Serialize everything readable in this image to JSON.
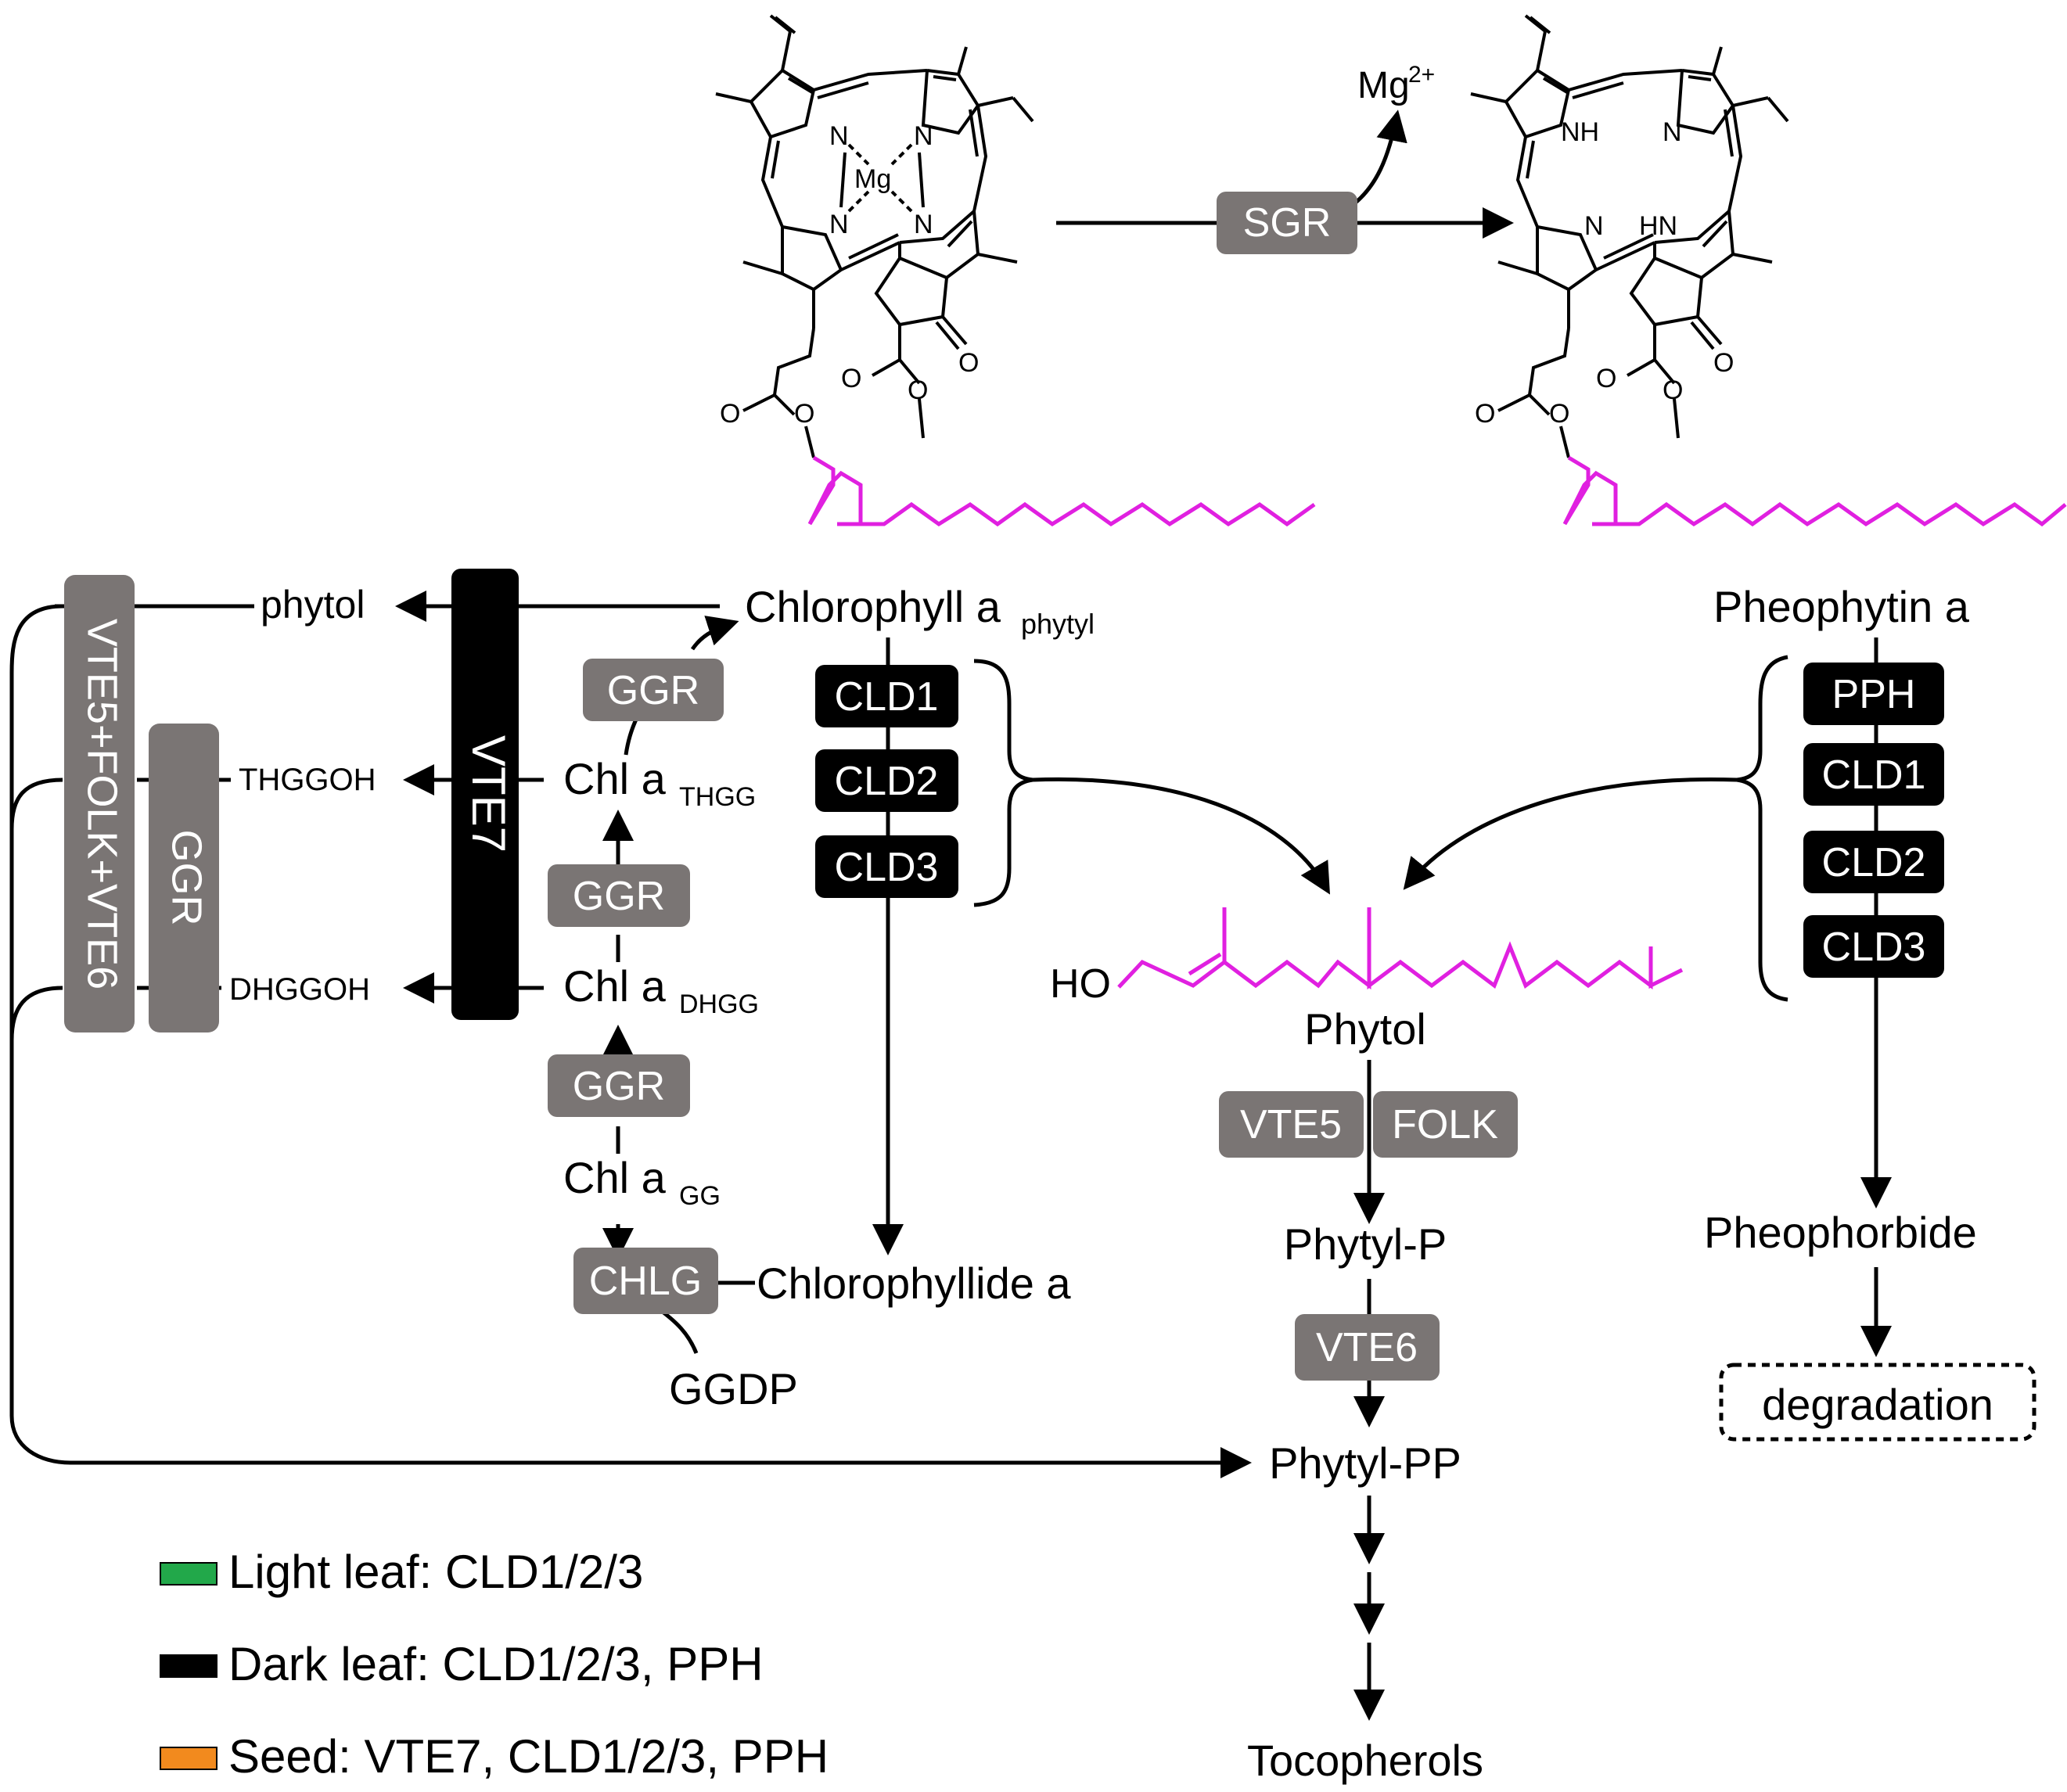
{
  "molecules": {
    "left": {
      "metal": "Mg",
      "n": "N"
    },
    "right": {
      "nh": "NH",
      "hn": "HN",
      "n": "N"
    },
    "carbonyl_o": "O",
    "mg_ion": "Mg",
    "mg_charge": "2+"
  },
  "enzymes": {
    "sgr": "SGR",
    "ggr": "GGR",
    "chlg": "CHLG",
    "cld1": "CLD1",
    "cld2": "CLD2",
    "cld3": "CLD3",
    "pph": "PPH",
    "vte7": "VTE7",
    "vte5_folk_vte6": "VTE5+FOLK+VTE6",
    "vte5": "VTE5",
    "folk": "FOLK",
    "vte6": "VTE6"
  },
  "compounds": {
    "chlorophyll_a": "Chlorophyll a",
    "chlorophyll_a_sub": "phytyl",
    "pheophytin_a": "Pheophytin a",
    "phytol_free": "phytol",
    "thggoh": "THGGOH",
    "dhggoh": "DHGGOH",
    "chl_a": "Chl a",
    "thgg_sub": "THGG",
    "dhgg_sub": "DHGG",
    "gg_sub": "GG",
    "chlorophyllide": "Chlorophyllide a",
    "ggdp": "GGDP",
    "ho": "HO",
    "phytol": "Phytol",
    "phytyl_p": "Phytyl-P",
    "phytyl_pp": "Phytyl-PP",
    "tocopherols": "Tocopherols",
    "pheophorbide": "Pheophorbide",
    "degradation": "degradation"
  },
  "legend": [
    {
      "color": "#22a84a",
      "label": "Light leaf: CLD1/2/3"
    },
    {
      "color": "#000000",
      "label": "Dark leaf: CLD1/2/3, PPH"
    },
    {
      "color": "#f28a1e",
      "label": "Seed: VTE7, CLD1/2/3, PPH"
    }
  ],
  "colors": {
    "phytyl_tail": "#e020e0",
    "enzyme_gray": "#7a7574",
    "enzyme_black": "#000000"
  }
}
